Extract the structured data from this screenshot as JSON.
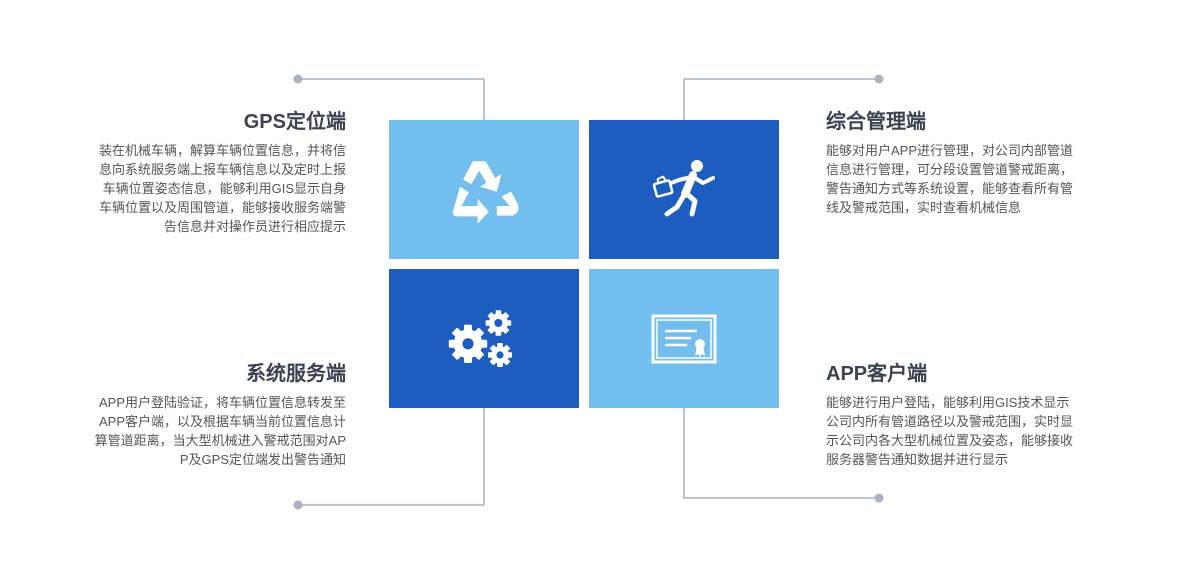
{
  "colors": {
    "light_tile": "#72beef",
    "dark_tile": "#1c5dbf",
    "connector": "#a9b3c3",
    "title": "#3b4352",
    "text": "#555555"
  },
  "blocks": {
    "gps": {
      "title": "GPS定位端",
      "desc": "装在机械车辆，解算车辆位置信息，并将信息向系统服务端上报车辆信息以及定时上报车辆位置姿态信息，能够利用GIS显示自身车辆位置以及周围管道，能够接收服务端警告信息并对操作员进行相应提示"
    },
    "mgmt": {
      "title": "综合管理端",
      "desc": "能够对用户APP进行管理，对公司内部管道信息进行管理，可分段设置管道警戒距离，警告通知方式等系统设置，能够查看所有管线及警戒范围，实时查看机械信息"
    },
    "server": {
      "title": "系统服务端",
      "desc": "APP用户登陆验证，将车辆位置信息转发至APP客户端，以及根据车辆当前位置信息计算管道距离，当大型机械进入警戒范围对APP及GPS定位端发出警告通知"
    },
    "app": {
      "title": "APP客户端",
      "desc": "能够进行用户登陆，能够利用GIS技术显示公司内所有管道路径以及警戒范围，实时显示公司内各大型机械位置及姿态，能够接收服务器警告通知数据并进行显示"
    }
  },
  "tiles": {
    "top_left": {
      "icon": "recycle-icon",
      "color": "light"
    },
    "top_right": {
      "icon": "running-man-briefcase-icon",
      "color": "dark"
    },
    "bottom_left": {
      "icon": "gears-icon",
      "color": "dark"
    },
    "bottom_right": {
      "icon": "certificate-icon",
      "color": "light"
    }
  }
}
